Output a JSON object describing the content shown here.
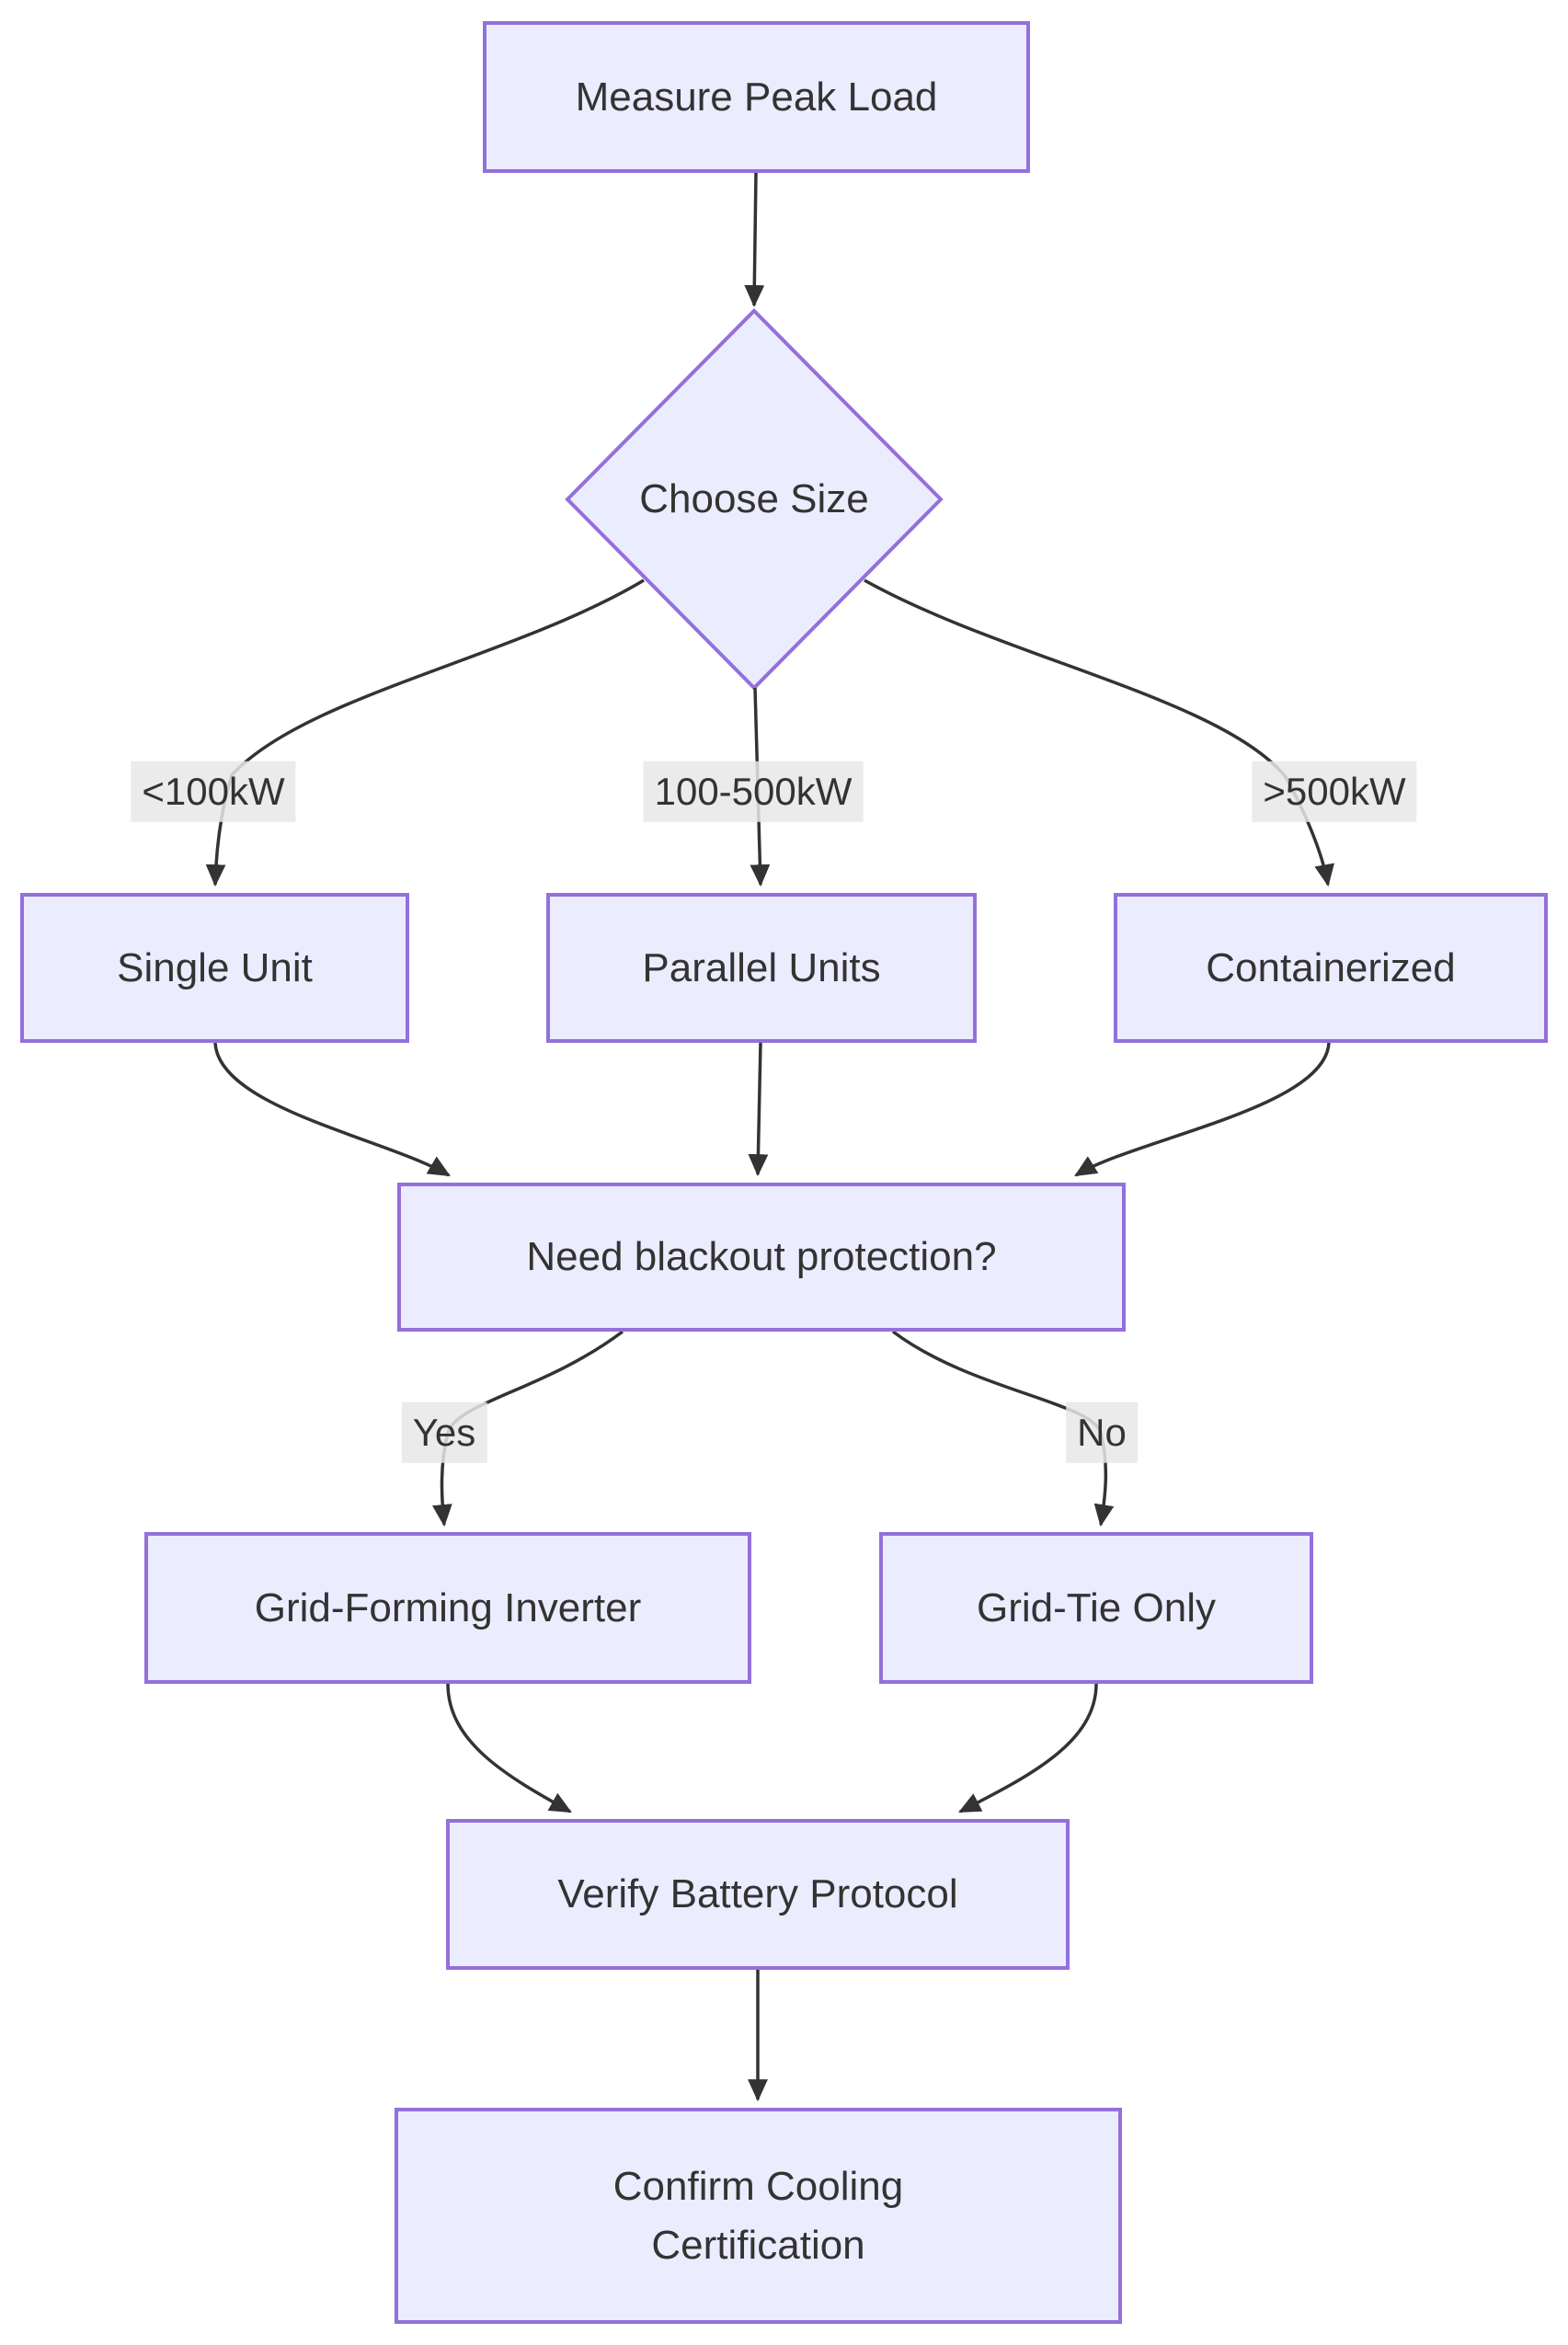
{
  "diagram": {
    "type": "flowchart",
    "direction": "top-down",
    "colors": {
      "background": "#ffffff",
      "node_fill": "#ECECFF",
      "node_border": "#9370DB",
      "edge_color": "#333333",
      "text_color": "#333333",
      "label_bg": "rgba(232,232,232,0.85)"
    },
    "nodes": [
      {
        "id": "A",
        "label": "Measure Peak Load",
        "shape": "rect"
      },
      {
        "id": "B",
        "label": "Choose Size",
        "shape": "diamond"
      },
      {
        "id": "C",
        "label": "Single Unit",
        "shape": "rect"
      },
      {
        "id": "D",
        "label": "Parallel Units",
        "shape": "rect"
      },
      {
        "id": "E",
        "label": "Containerized",
        "shape": "rect"
      },
      {
        "id": "F",
        "label": "Need blackout protection?",
        "shape": "rect"
      },
      {
        "id": "G",
        "label": "Grid-Forming Inverter",
        "shape": "rect"
      },
      {
        "id": "H",
        "label": "Grid-Tie Only",
        "shape": "rect"
      },
      {
        "id": "I",
        "label": "Verify Battery Protocol",
        "shape": "rect"
      },
      {
        "id": "J",
        "label": "Confirm Cooling Certification",
        "shape": "rect",
        "line1": "Confirm Cooling",
        "line2": "Certification"
      }
    ],
    "edges": [
      {
        "from": "Measure Peak Load",
        "to": "Choose Size",
        "label": ""
      },
      {
        "from": "Choose Size",
        "to": "Single Unit",
        "label": "<100kW"
      },
      {
        "from": "Choose Size",
        "to": "Parallel Units",
        "label": "100-500kW"
      },
      {
        "from": "Choose Size",
        "to": "Containerized",
        "label": ">500kW"
      },
      {
        "from": "Single Unit",
        "to": "Need blackout protection?",
        "label": ""
      },
      {
        "from": "Parallel Units",
        "to": "Need blackout protection?",
        "label": ""
      },
      {
        "from": "Containerized",
        "to": "Need blackout protection?",
        "label": ""
      },
      {
        "from": "Need blackout protection?",
        "to": "Grid-Forming Inverter",
        "label": "Yes"
      },
      {
        "from": "Need blackout protection?",
        "to": "Grid-Tie Only",
        "label": "No"
      },
      {
        "from": "Grid-Forming Inverter",
        "to": "Verify Battery Protocol",
        "label": ""
      },
      {
        "from": "Grid-Tie Only",
        "to": "Verify Battery Protocol",
        "label": ""
      },
      {
        "from": "Verify Battery Protocol",
        "to": "Confirm Cooling Certification",
        "label": ""
      }
    ]
  }
}
